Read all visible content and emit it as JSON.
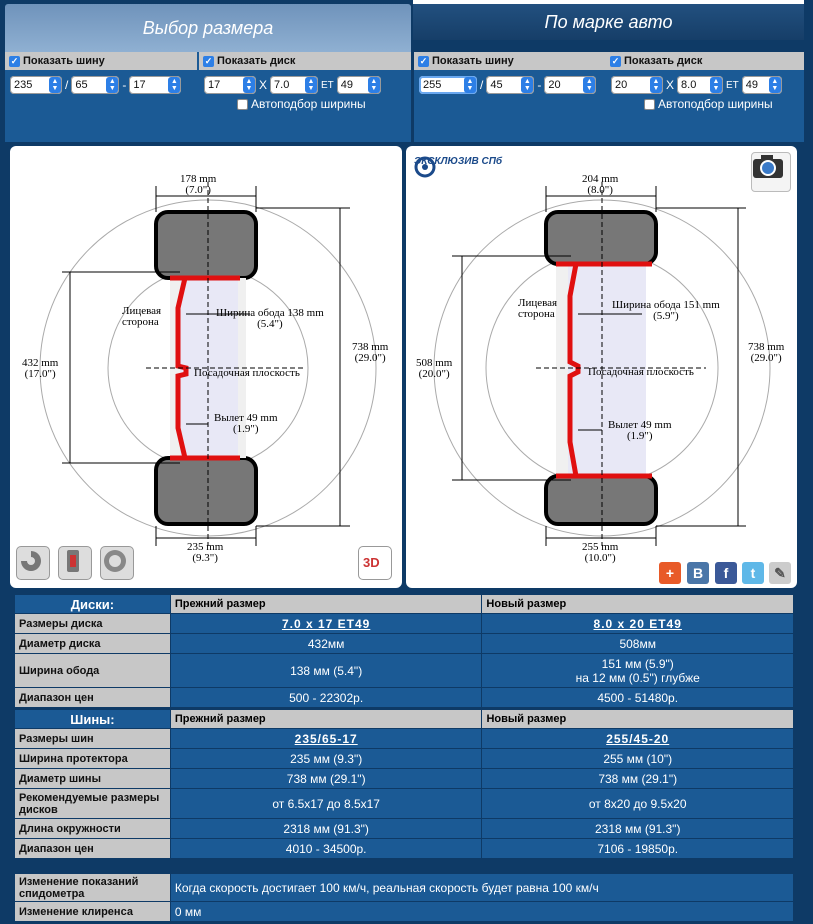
{
  "tabs": {
    "left_label": "Выбор размера",
    "right_label": "По марке авто"
  },
  "controls": {
    "show_tire_label": "Показать шину",
    "show_disk_label": "Показать диск",
    "autofit_label": "Автоподбор ширины",
    "x_sep": "X",
    "et_label": "ET",
    "slash": "/",
    "dash": "-",
    "old": {
      "tire_width": "235",
      "tire_profile": "65",
      "tire_diam": "17",
      "disk_diam": "17",
      "disk_width": "7.0",
      "disk_et": "49"
    },
    "new": {
      "tire_width": "255",
      "tire_profile": "45",
      "tire_diam": "20",
      "disk_diam": "20",
      "disk_width": "8.0",
      "disk_et": "49"
    }
  },
  "diagram_old": {
    "rim_width": "178 mm",
    "rim_width_in": "(7.0\")",
    "disk_diam": "432 mm",
    "disk_diam_in": "(17.0\")",
    "outer_diam": "738 mm",
    "outer_diam_in": "(29.0\")",
    "face_side": "Лицевая",
    "face_side2": "сторона",
    "rim_wide": "Ширина обода 138 mm",
    "rim_wide_in": "(5.4\")",
    "mount_plane": "Посадочная плоскость",
    "offset": "Вылет 49 mm",
    "offset_in": "(1.9\")",
    "tire_width": "235 mm",
    "tire_width_in": "(9.3\")"
  },
  "diagram_new": {
    "logo": "ЭКСКЛЮЗИВ СПб",
    "rim_width": "204 mm",
    "rim_width_in": "(8.0\")",
    "disk_diam": "508 mm",
    "disk_diam_in": "(20.0\")",
    "outer_diam": "738 mm",
    "outer_diam_in": "(29.0\")",
    "face_side": "Лицевая",
    "face_side2": "сторона",
    "rim_wide": "Ширина обода 151 mm",
    "rim_wide_in": "(5.9\")",
    "mount_plane": "Посадочная плоскость",
    "offset": "Вылет 49 mm",
    "offset_in": "(1.9\")",
    "tire_width": "255 mm",
    "tire_width_in": "(10.0\")"
  },
  "disks_table": {
    "section": "Диски:",
    "col_old": "Прежний размер",
    "col_new": "Новый размер",
    "rows": [
      {
        "label": "Размеры диска",
        "old": "7.0 x 17 ET49",
        "new": "8.0 x 20 ET49"
      },
      {
        "label": "Диаметр диска",
        "old": "432мм",
        "new": "508мм"
      },
      {
        "label": "Ширина обода",
        "old": "138 мм (5.4\")",
        "new": "151 мм (5.9\")",
        "new2": "на 12 мм (0.5\") глубже"
      },
      {
        "label": "Диапазон цен",
        "old": "500 - 22302р.",
        "new": "4500 - 51480р."
      }
    ]
  },
  "tires_table": {
    "section": "Шины:",
    "col_old": "Прежний размер",
    "col_new": "Новый размер",
    "rows": [
      {
        "label": "Размеры шин",
        "old": "235/65-17",
        "new": "255/45-20"
      },
      {
        "label": "Ширина протектора",
        "old": "235 мм (9.3\")",
        "new": "255 мм (10\")"
      },
      {
        "label": "Диаметр шины",
        "old": "738 мм (29.1\")",
        "new": "738 мм (29.1\")"
      },
      {
        "label": "Рекомендуемые размеры дисков",
        "old": "от 6.5x17 до 8.5x17",
        "new": "от 8x20 до 9.5x20"
      },
      {
        "label": "Длина окружности",
        "old": "2318 мм (91.3\")",
        "new": "2318 мм (91.3\")"
      },
      {
        "label": "Диапазон цен",
        "old": "4010 - 34500р.",
        "new": "7106 - 19850р."
      }
    ]
  },
  "summary": {
    "speedo_label": "Изменение показаний спидометра",
    "speedo_value": "Когда скорость достигает 100 км/ч, реальная скорость будет равна 100 км/ч",
    "clearance_label": "Изменение клиренса",
    "clearance_value": "0 мм"
  },
  "colors": {
    "bg": "#0e3a66",
    "panel_blue": "#1b5a95",
    "label_gray": "#c7c7c7",
    "rim_red": "#e01010"
  }
}
